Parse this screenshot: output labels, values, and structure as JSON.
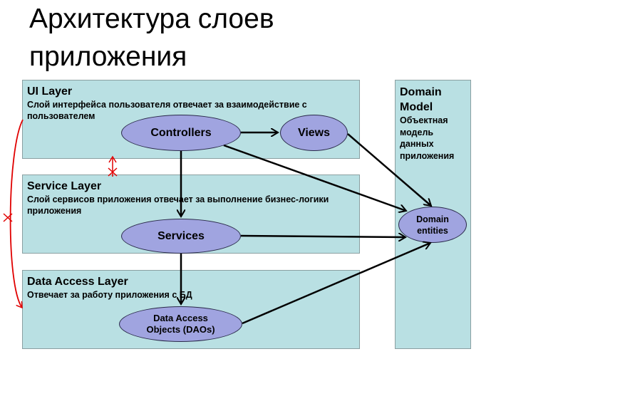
{
  "title": "Архитектура слоев приложения",
  "layers": {
    "ui": {
      "name": "UI Layer",
      "description": "Слой интерфейса пользователя отвечает за взаимодействие с пользователем"
    },
    "service": {
      "name": "Service Layer",
      "description": "Слой сервисов приложения отвечает за выполнение бизнес-логики приложения"
    },
    "data_access": {
      "name": "Data Access Layer",
      "description": "Отвечает за работу приложения с БД"
    },
    "domain": {
      "name": "Domain Model",
      "description": "Объектная модель данных приложения"
    }
  },
  "nodes": {
    "controllers": "Controllers",
    "views": "Views",
    "services": "Services",
    "daos": "Data Access Objects (DAOs)",
    "domain_entities": "Domain entities"
  },
  "colors": {
    "layer_fill": "#b9e0e3",
    "node_fill": "#a0a4e0",
    "arrow": "#000000",
    "annotation": "#e00000"
  }
}
